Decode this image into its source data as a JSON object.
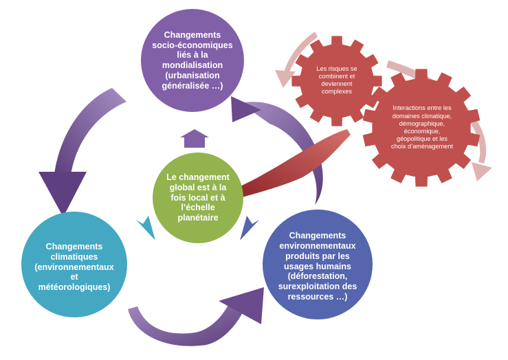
{
  "nodes": {
    "socio": "Changements\nsocio-économiques\nliés à la\nmondialisation\n(urbanisation\ngénéralisée …)",
    "center": "Le changement\nglobal est à la\nfois local et à\nl’échelle\nplanétaire",
    "climatic": "Changements\nclimatiques\n(environnementaux\net\nmétéorologiques)",
    "environmental": "Changements\nenvironnementaux\nproduits par les\nusages humains\n(déforestation,\nsurexploitation des\nressources …)"
  },
  "gears": {
    "small": "Les risques se\ncombinent et\ndeviennent\ncomplexes",
    "large": "Interactions entre les\ndomaines climatique,\ndémographique,\néconomique,\ngéopolitique et les\nchoix d’aménagement"
  },
  "colors": {
    "socio": "#8160a8",
    "center": "#93b34f",
    "climatic": "#44a8c3",
    "environmental": "#5565ae",
    "gear": "#c0504d",
    "cycle_arrow": "#6e4a8f",
    "pink_arrow": "#dfb3b2",
    "dark_red_arrow": "#9b2c2f"
  }
}
